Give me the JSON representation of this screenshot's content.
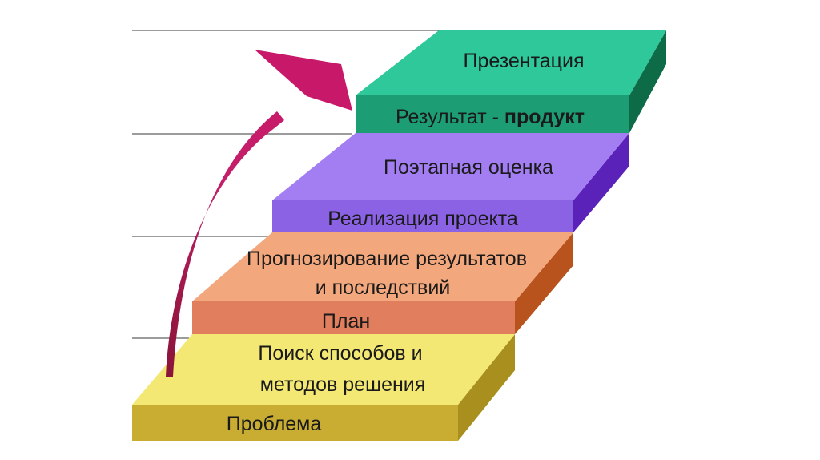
{
  "steps": {
    "problem": {
      "label": "Проблема",
      "colors": {
        "top": "#f3e873",
        "front": "#c8ad32",
        "side": "#a88f1e"
      }
    },
    "search": {
      "line1": "Поиск способов и",
      "line2": "методов решения"
    },
    "plan": {
      "label": "План",
      "colors": {
        "top": "#f3a77d",
        "front": "#e07e5e",
        "side": "#b8531e"
      }
    },
    "forecast": {
      "line1": "Прогнозирование результатов",
      "line2": "и последствий"
    },
    "implementation": {
      "label": "Реализация проекта",
      "colors": {
        "top": "#a37ef2",
        "front": "#8a62e3",
        "side": "#5a22b8"
      }
    },
    "evaluation": {
      "label": "Поэтапная оценка"
    },
    "result": {
      "label_regular": "Результат - ",
      "label_bold": "продукт",
      "colors": {
        "top": "#2ec89a",
        "front": "#1c9d74",
        "side": "#0d6b47"
      }
    },
    "presentation": {
      "label": "Презентация"
    }
  },
  "arrow": {
    "color": "#c2206a"
  },
  "guide_line_color": "#3a3a3a"
}
